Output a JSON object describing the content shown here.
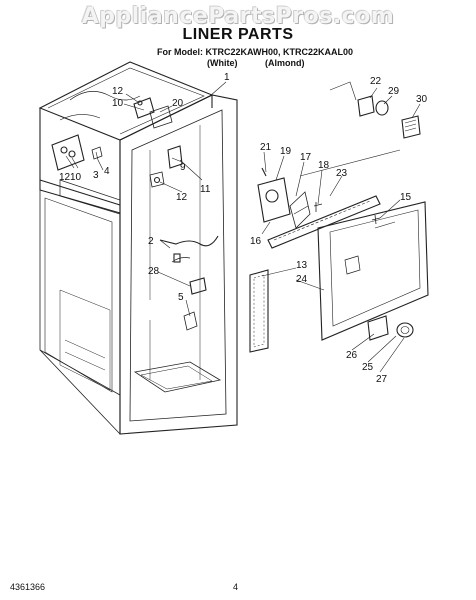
{
  "watermark": "AppliancePartsPros.com",
  "header": {
    "title": "LINER PARTS",
    "model_line": "For Model: KTRC22KAWH00, KTRC22KAAL00",
    "variant_white": "(White)",
    "variant_almond": "(Almond)"
  },
  "callouts": [
    "1",
    "2",
    "3",
    "4",
    "5",
    "9",
    "10",
    "11",
    "12",
    "12",
    "12",
    "10",
    "13",
    "15",
    "16",
    "17",
    "18",
    "19",
    "20",
    "21",
    "22",
    "23",
    "24",
    "25",
    "26",
    "27",
    "28",
    "29",
    "30"
  ],
  "footer": {
    "doc_number": "4361366",
    "page_number": "4"
  }
}
